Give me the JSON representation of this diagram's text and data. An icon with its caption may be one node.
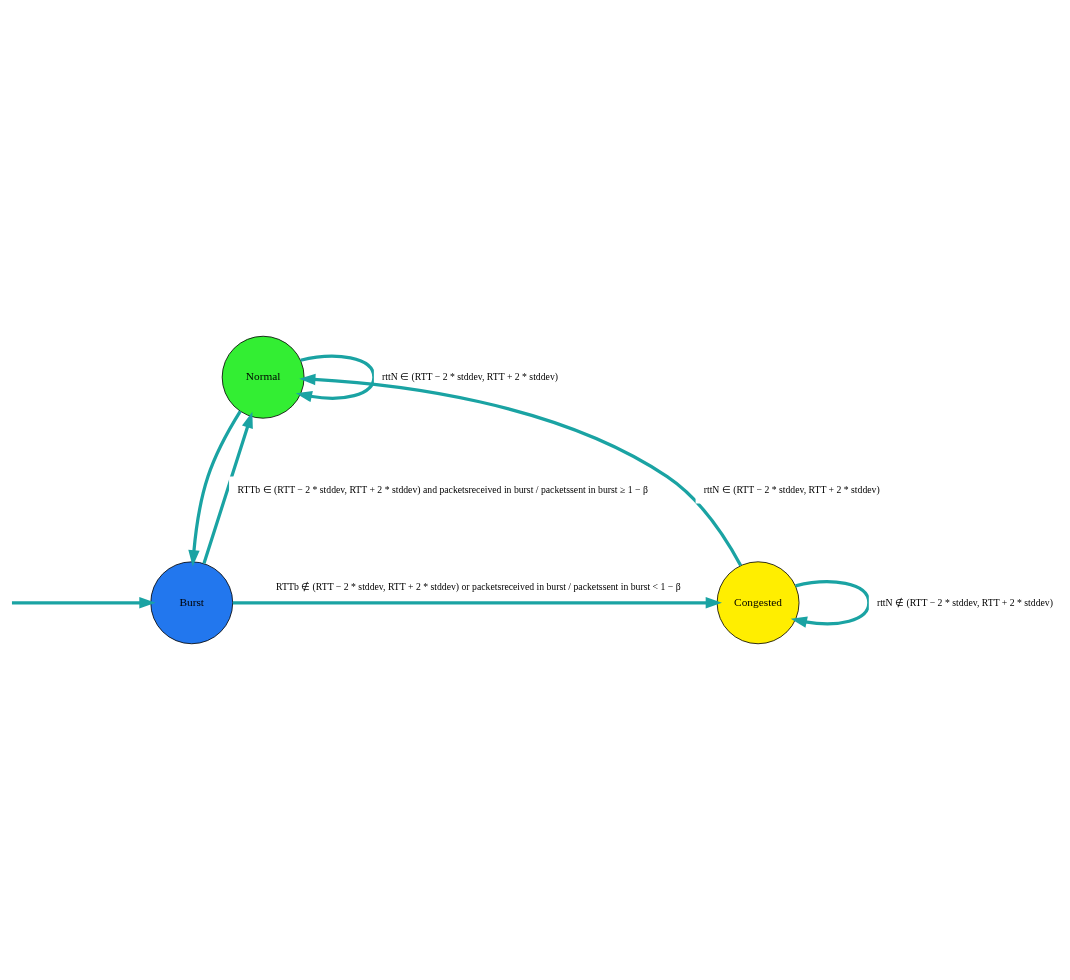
{
  "diagram": {
    "nodes": [
      {
        "text": [
          "Normal"
        ]
      },
      {
        "text": [
          "Burst"
        ]
      },
      {
        "text": [
          "Congested"
        ]
      }
    ],
    "edges": [
      {
        "from": 0,
        "to": 0,
        "arrow": "to",
        "label": "rttN ∈ (RTT − 2 * stddev, RTT + 2 * stddev)"
      },
      {
        "from": 1,
        "to": 0,
        "arrow": "to",
        "label": "RTTb ∈ (RTT − 2 * stddev, RTT + 2 * stddev) and packetsreceived in burst / packetssent in burst ≥ 1 − β"
      },
      {
        "from": 0,
        "to": 1,
        "arrow": "to"
      },
      {
        "from": 2,
        "to": 0,
        "arrow": "to",
        "label": "rttN ∈ (RTT − 2 * stddev, RTT + 2 * stddev)"
      },
      {
        "from": null,
        "to": 1,
        "arrow": "to"
      },
      {
        "from": 1,
        "to": 2,
        "arrow": "to",
        "label": "RTTb ∉ (RTT − 2 * stddev, RTT + 2 * stddev) or packetsreceived in burst / packetssent in burst < 1 − β"
      },
      {
        "from": 2,
        "to": 2,
        "arrow": "to",
        "label": "rttN ∉ (RTT − 2 * stddev, RTT + 2 * stddev)"
      }
    ]
  }
}
